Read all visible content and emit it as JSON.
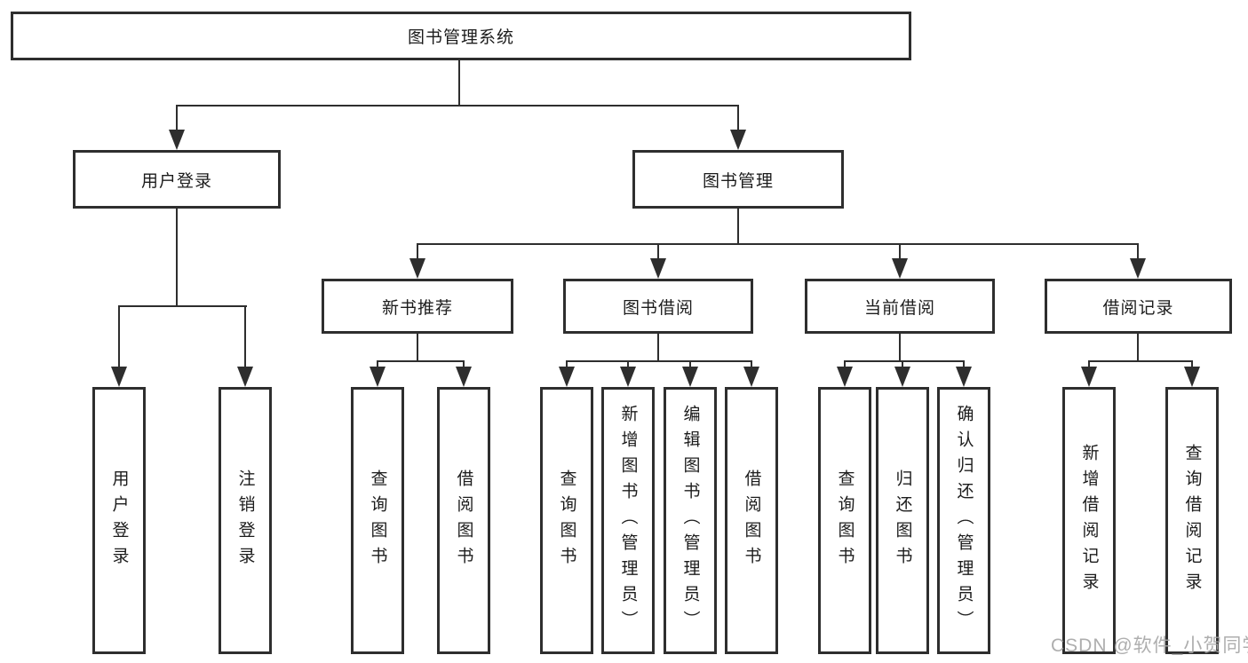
{
  "colors": {
    "line": "#2e2e2e",
    "box_border": "#2e2e2e",
    "box_fill": "#ffffff",
    "text": "#1c1c1c",
    "watermark": "#a6a6a6"
  },
  "root": {
    "label": "图书管理系统"
  },
  "user_login": {
    "label": "用户登录",
    "children": [
      {
        "label": "用户登录"
      },
      {
        "label": "注销登录"
      }
    ]
  },
  "book_mgmt": {
    "label": "图书管理",
    "sections": [
      {
        "label": "新书推荐",
        "children": [
          {
            "label": "查询图书"
          },
          {
            "label": "借阅图书"
          }
        ]
      },
      {
        "label": "图书借阅",
        "children": [
          {
            "label": "查询图书"
          },
          {
            "label": "新增图书（管理员）"
          },
          {
            "label": "编辑图书（管理员）"
          },
          {
            "label": "借阅图书"
          }
        ]
      },
      {
        "label": "当前借阅",
        "children": [
          {
            "label": "查询图书"
          },
          {
            "label": "归还图书"
          },
          {
            "label": "确认归还（管理员）"
          }
        ]
      },
      {
        "label": "借阅记录",
        "children": [
          {
            "label": "新增借阅记录"
          },
          {
            "label": "查询借阅记录"
          }
        ]
      }
    ]
  },
  "watermark": "CSDN @软件_小贺同学"
}
